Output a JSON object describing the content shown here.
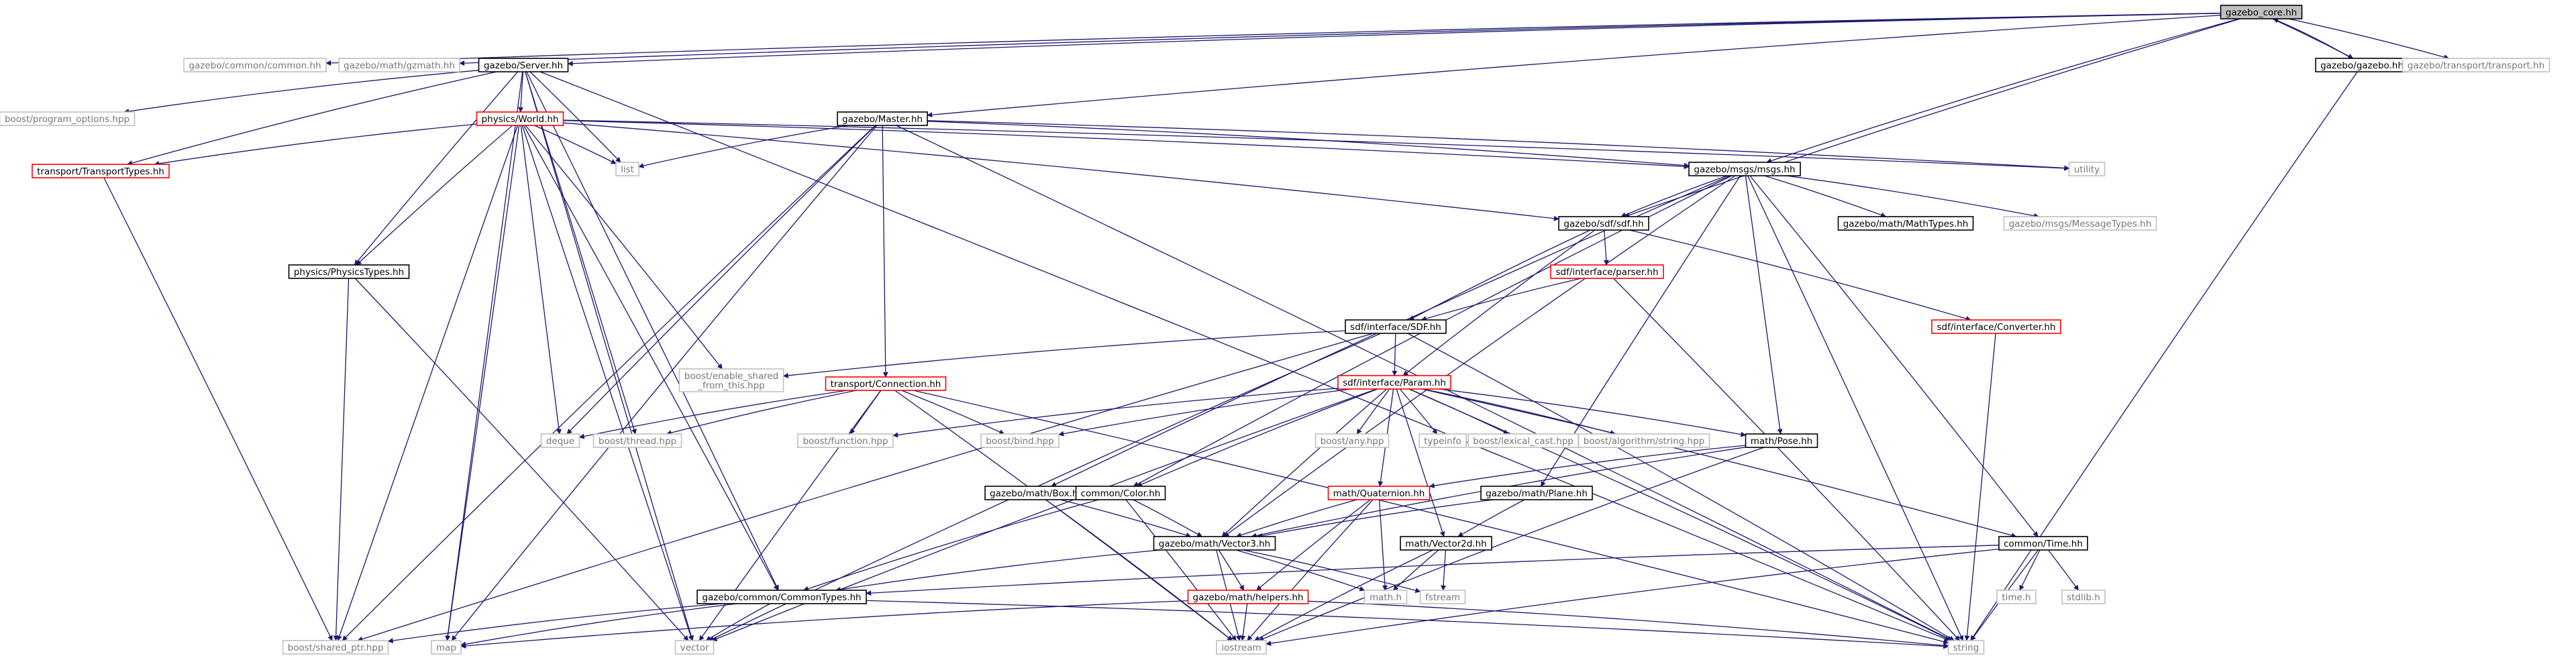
{
  "colors": {
    "edge": "#191970",
    "documented_border": "#000000",
    "documented_text": "#000000",
    "undocumented_border": "#bfbfbf",
    "undocumented_text": "#777777",
    "truncated_border": "#ff0000",
    "root_fill": "#bfbfbf"
  },
  "diagram": {
    "nodes": [
      {
        "id": "root",
        "label": "gazebo_core.hh",
        "kind": "root"
      },
      {
        "id": "common",
        "label": "gazebo/common/common.hh",
        "kind": "ext"
      },
      {
        "id": "gzmath",
        "label": "gazebo/math/gzmath.hh",
        "kind": "ext"
      },
      {
        "id": "server",
        "label": "gazebo/Server.hh",
        "kind": "doc"
      },
      {
        "id": "gazebo",
        "label": "gazebo/gazebo.hh",
        "kind": "doc"
      },
      {
        "id": "transport",
        "label": "gazebo/transport/transport.hh",
        "kind": "ext"
      },
      {
        "id": "boostpo",
        "label": "boost/program_options.hpp",
        "kind": "ext"
      },
      {
        "id": "world",
        "label": "physics/World.hh",
        "kind": "trunc"
      },
      {
        "id": "master",
        "label": "gazebo/Master.hh",
        "kind": "doc"
      },
      {
        "id": "ttypes",
        "label": "transport/TransportTypes.hh",
        "kind": "trunc"
      },
      {
        "id": "list",
        "label": "list",
        "kind": "ext"
      },
      {
        "id": "msgs",
        "label": "gazebo/msgs/msgs.hh",
        "kind": "doc"
      },
      {
        "id": "utility",
        "label": "utility",
        "kind": "ext"
      },
      {
        "id": "sdfhh",
        "label": "gazebo/sdf/sdf.hh",
        "kind": "doc"
      },
      {
        "id": "mathtypes",
        "label": "gazebo/math/MathTypes.hh",
        "kind": "doc"
      },
      {
        "id": "msgtypes",
        "label": "gazebo/msgs/MessageTypes.hh",
        "kind": "ext"
      },
      {
        "id": "parser",
        "label": "sdf/interface/parser.hh",
        "kind": "trunc"
      },
      {
        "id": "ptypes",
        "label": "physics/PhysicsTypes.hh",
        "kind": "doc"
      },
      {
        "id": "SDF",
        "label": "sdf/interface/SDF.hh",
        "kind": "doc"
      },
      {
        "id": "converter",
        "label": "sdf/interface/Converter.hh",
        "kind": "trunc"
      },
      {
        "id": "enable",
        "label": "boost/enable_shared\n_from_this.hpp",
        "kind": "ext"
      },
      {
        "id": "conn",
        "label": "transport/Connection.hh",
        "kind": "trunc"
      },
      {
        "id": "param",
        "label": "sdf/interface/Param.hh",
        "kind": "trunc"
      },
      {
        "id": "deque",
        "label": "deque",
        "kind": "ext"
      },
      {
        "id": "thread",
        "label": "boost/thread.hpp",
        "kind": "ext"
      },
      {
        "id": "function",
        "label": "boost/function.hpp",
        "kind": "ext"
      },
      {
        "id": "bind",
        "label": "boost/bind.hpp",
        "kind": "ext"
      },
      {
        "id": "any",
        "label": "boost/any.hpp",
        "kind": "ext"
      },
      {
        "id": "typeinfo",
        "label": "typeinfo",
        "kind": "ext"
      },
      {
        "id": "lexical",
        "label": "boost/lexical_cast.hpp",
        "kind": "ext"
      },
      {
        "id": "algo",
        "label": "boost/algorithm/string.hpp",
        "kind": "ext"
      },
      {
        "id": "pose",
        "label": "math/Pose.hh",
        "kind": "doc"
      },
      {
        "id": "box",
        "label": "gazebo/math/Box.hh",
        "kind": "doc"
      },
      {
        "id": "color",
        "label": "common/Color.hh",
        "kind": "doc"
      },
      {
        "id": "quat",
        "label": "math/Quaternion.hh",
        "kind": "trunc"
      },
      {
        "id": "plane",
        "label": "gazebo/math/Plane.hh",
        "kind": "doc"
      },
      {
        "id": "vec3",
        "label": "gazebo/math/Vector3.hh",
        "kind": "doc"
      },
      {
        "id": "vec2",
        "label": "math/Vector2d.hh",
        "kind": "doc"
      },
      {
        "id": "time",
        "label": "common/Time.hh",
        "kind": "doc"
      },
      {
        "id": "helpers",
        "label": "gazebo/math/helpers.hh",
        "kind": "trunc"
      },
      {
        "id": "mathh",
        "label": "math.h",
        "kind": "ext"
      },
      {
        "id": "fstream",
        "label": "fstream",
        "kind": "ext"
      },
      {
        "id": "timeh",
        "label": "time.h",
        "kind": "ext"
      },
      {
        "id": "stdlib",
        "label": "stdlib.h",
        "kind": "ext"
      },
      {
        "id": "ctypes",
        "label": "gazebo/common/CommonTypes.hh",
        "kind": "doc"
      },
      {
        "id": "shared",
        "label": "boost/shared_ptr.hpp",
        "kind": "ext"
      },
      {
        "id": "map",
        "label": "map",
        "kind": "ext"
      },
      {
        "id": "vector",
        "label": "vector",
        "kind": "ext"
      },
      {
        "id": "iostream",
        "label": "iostream",
        "kind": "ext"
      },
      {
        "id": "string",
        "label": "string",
        "kind": "ext"
      }
    ],
    "edges": [
      [
        "root",
        "common"
      ],
      [
        "root",
        "gzmath"
      ],
      [
        "root",
        "server"
      ],
      [
        "root",
        "gazebo"
      ],
      [
        "root",
        "transport"
      ],
      [
        "root",
        "master"
      ],
      [
        "root",
        "msgs"
      ],
      [
        "root",
        "sdfhh"
      ],
      [
        "gazebo",
        "root"
      ],
      [
        "gazebo",
        "string"
      ],
      [
        "server",
        "boostpo"
      ],
      [
        "server",
        "world"
      ],
      [
        "server",
        "ttypes"
      ],
      [
        "server",
        "list"
      ],
      [
        "server",
        "ptypes"
      ],
      [
        "server",
        "ctypes"
      ],
      [
        "server",
        "thread"
      ],
      [
        "server",
        "vector"
      ],
      [
        "server",
        "map"
      ],
      [
        "server",
        "string"
      ],
      [
        "world",
        "ttypes"
      ],
      [
        "world",
        "list"
      ],
      [
        "world",
        "msgs"
      ],
      [
        "world",
        "sdfhh"
      ],
      [
        "world",
        "ptypes"
      ],
      [
        "world",
        "ctypes"
      ],
      [
        "world",
        "enable"
      ],
      [
        "world",
        "deque"
      ],
      [
        "world",
        "vector"
      ],
      [
        "world",
        "shared"
      ],
      [
        "world",
        "map"
      ],
      [
        "world",
        "utility"
      ],
      [
        "master",
        "list"
      ],
      [
        "master",
        "msgs"
      ],
      [
        "master",
        "conn"
      ],
      [
        "master",
        "utility"
      ],
      [
        "master",
        "deque"
      ],
      [
        "master",
        "string"
      ],
      [
        "master",
        "shared"
      ],
      [
        "master",
        "map"
      ],
      [
        "ttypes",
        "shared"
      ],
      [
        "msgs",
        "sdfhh"
      ],
      [
        "msgs",
        "mathtypes"
      ],
      [
        "msgs",
        "msgtypes"
      ],
      [
        "msgs",
        "pose"
      ],
      [
        "msgs",
        "box"
      ],
      [
        "msgs",
        "color"
      ],
      [
        "msgs",
        "vec3"
      ],
      [
        "msgs",
        "plane"
      ],
      [
        "msgs",
        "time"
      ],
      [
        "msgs",
        "string"
      ],
      [
        "sdfhh",
        "parser"
      ],
      [
        "sdfhh",
        "SDF"
      ],
      [
        "sdfhh",
        "param"
      ],
      [
        "sdfhh",
        "converter"
      ],
      [
        "parser",
        "SDF"
      ],
      [
        "parser",
        "string"
      ],
      [
        "converter",
        "string"
      ],
      [
        "ptypes",
        "shared"
      ],
      [
        "ptypes",
        "vector"
      ],
      [
        "SDF",
        "param"
      ],
      [
        "SDF",
        "enable"
      ],
      [
        "SDF",
        "shared"
      ],
      [
        "SDF",
        "vector"
      ],
      [
        "SDF",
        "string"
      ],
      [
        "conn",
        "deque"
      ],
      [
        "conn",
        "thread"
      ],
      [
        "conn",
        "function"
      ],
      [
        "conn",
        "bind"
      ],
      [
        "conn",
        "vector"
      ],
      [
        "conn",
        "iostream"
      ],
      [
        "conn",
        "string"
      ],
      [
        "param",
        "function"
      ],
      [
        "param",
        "bind"
      ],
      [
        "param",
        "any"
      ],
      [
        "param",
        "typeinfo"
      ],
      [
        "param",
        "lexical"
      ],
      [
        "param",
        "algo"
      ],
      [
        "param",
        "pose"
      ],
      [
        "param",
        "color"
      ],
      [
        "param",
        "quat"
      ],
      [
        "param",
        "vec3"
      ],
      [
        "param",
        "vec2"
      ],
      [
        "param",
        "time"
      ],
      [
        "param",
        "vector"
      ],
      [
        "param",
        "string"
      ],
      [
        "pose",
        "quat"
      ],
      [
        "pose",
        "vec3"
      ],
      [
        "pose",
        "iostream"
      ],
      [
        "box",
        "vec3"
      ],
      [
        "box",
        "iostream"
      ],
      [
        "color",
        "ctypes"
      ],
      [
        "color",
        "vec3"
      ],
      [
        "color",
        "iostream"
      ],
      [
        "quat",
        "vec3"
      ],
      [
        "quat",
        "helpers"
      ],
      [
        "quat",
        "mathh"
      ],
      [
        "quat",
        "iostream"
      ],
      [
        "plane",
        "vec3"
      ],
      [
        "plane",
        "vec2"
      ],
      [
        "vec3",
        "ctypes"
      ],
      [
        "vec3",
        "helpers"
      ],
      [
        "vec3",
        "mathh"
      ],
      [
        "vec3",
        "fstream"
      ],
      [
        "vec3",
        "iostream"
      ],
      [
        "vec2",
        "mathh"
      ],
      [
        "vec2",
        "fstream"
      ],
      [
        "vec2",
        "iostream"
      ],
      [
        "time",
        "ctypes"
      ],
      [
        "time",
        "timeh"
      ],
      [
        "time",
        "stdlib"
      ],
      [
        "time",
        "iostream"
      ],
      [
        "time",
        "string"
      ],
      [
        "helpers",
        "map"
      ],
      [
        "helpers",
        "iostream"
      ],
      [
        "helpers",
        "string"
      ],
      [
        "ctypes",
        "shared"
      ],
      [
        "ctypes",
        "map"
      ],
      [
        "ctypes",
        "vector"
      ],
      [
        "ctypes",
        "string"
      ]
    ]
  }
}
